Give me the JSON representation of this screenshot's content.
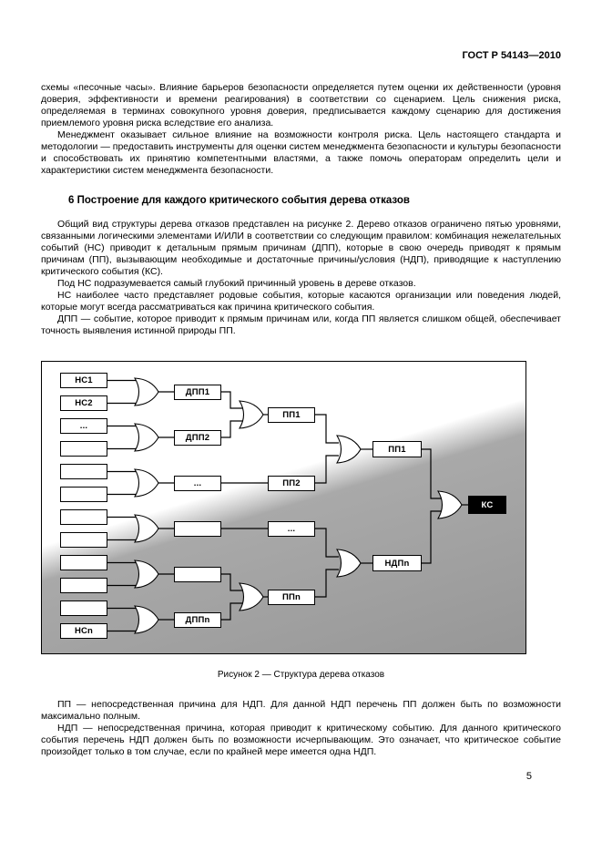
{
  "header": {
    "doc_number": "ГОСТ Р 54143—2010"
  },
  "paragraphs": {
    "p1": "схемы «песочные часы». Влияние барьеров безопасности определяется путем оценки их действенности (уровня доверия, эффективности и времени реагирования) в соответствии со сценарием. Цель снижения риска, определяемая в терминах совокупного уровня доверия, предписывается каждому сценарию для достижения приемлемого уровня риска вследствие его анализа.",
    "p2": "Менеджмент оказывает сильное влияние на возможности контроля риска. Цель настоящего стандарта и методологии — предоставить инструменты для оценки систем менеджмента безопасности и культуры безопасности и способствовать их принятию компетентными властями, а также помочь операторам определить цели и характеристики систем менеджмента безопасности.",
    "p3": "Общий вид структуры дерева отказов представлен на рисунке 2. Дерево отказов ограничено пятью уровнями, связанными логическими элементами И/ИЛИ в соответствии со следующим правилом: комбинация нежелательных событий (НС) приводит к детальным прямым причинам (ДПП), которые в свою очередь приводят к прямым причинам (ПП), вызывающим необходимые и достаточные причины/условия (НДП), приводящие к наступлению критического события (КС).",
    "p4": "Под НС подразумевается самый глубокий причинный уровень в дереве отказов.",
    "p5": "НС наиболее часто представляет родовые события, которые касаются организации или поведения людей, которые могут всегда рассматриваться как причина критического события.",
    "p6": "ДПП — событие, которое приводит к прямым причинам или, когда ПП является слишком общей, обеспечивает точность выявления истинной природы ПП.",
    "p7": "ПП — непосредственная причина для НДП. Для данной НДП перечень ПП должен быть по возможности максимально полным.",
    "p8": "НДП — непосредственная причина, которая приводит к критическому событию. Для данного критического события перечень НДП должен быть по возможности исчерпывающим. Это означает, что критическое событие произойдет только в том случае, если по крайней мере имеется одна НДП."
  },
  "section": {
    "heading": "6 Построение для каждого критического события дерева отказов"
  },
  "figure": {
    "caption": "Рисунок 2 — Структура дерева отказов",
    "nodes": {
      "ns1": "НС1",
      "ns2": "НС2",
      "ns_dots": "...",
      "nsn": "НСn",
      "dpp1": "ДПП1",
      "dpp2": "ДПП2",
      "dpp_dots": "...",
      "dppn": "ДППn",
      "pp1": "ПП1",
      "pp2": "ПП2",
      "pp_dots": "...",
      "ppn": "ППn",
      "ndp1": "ПП1",
      "ndpn": "НДПn",
      "ks": "КС"
    }
  },
  "footer": {
    "page_number": "5"
  }
}
